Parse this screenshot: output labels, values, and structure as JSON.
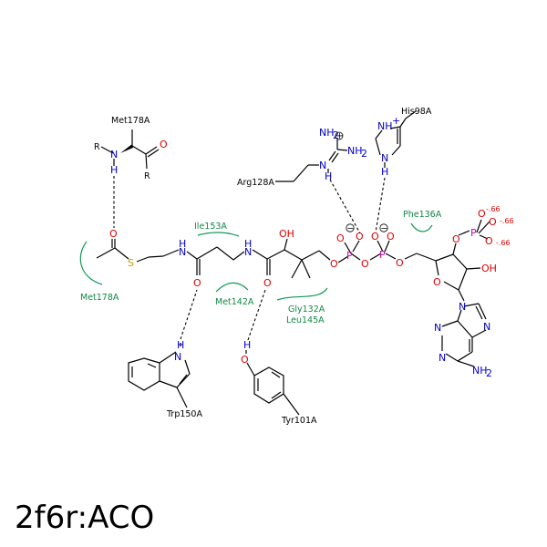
{
  "title": "2f6r:ACO",
  "residues": {
    "met178_top": "Met178A",
    "met178_arc": "Met178A",
    "ile153": "Ile153A",
    "met142": "Met142A",
    "gly132": "Gly132A",
    "leu145": "Leu145A",
    "phe136": "Phe136A",
    "arg128": "Arg128A",
    "his98": "His98A",
    "trp150": "Trp150A",
    "tyr101": "Tyr101A"
  },
  "atoms": {
    "R": "R",
    "N": "N",
    "H": "H",
    "O": "O",
    "S": "S",
    "P": "P",
    "NH": "NH",
    "NH2": "NH",
    "two": "2",
    "OH": "OH",
    "plus": "+",
    "minus": "−",
    "charge66": "-.66"
  },
  "colors": {
    "nitrogen": "#0000cc",
    "oxygen": "#dd0000",
    "sulfur": "#cc9900",
    "phosphorus": "#cc00aa",
    "hydrophobic": "#118844"
  }
}
